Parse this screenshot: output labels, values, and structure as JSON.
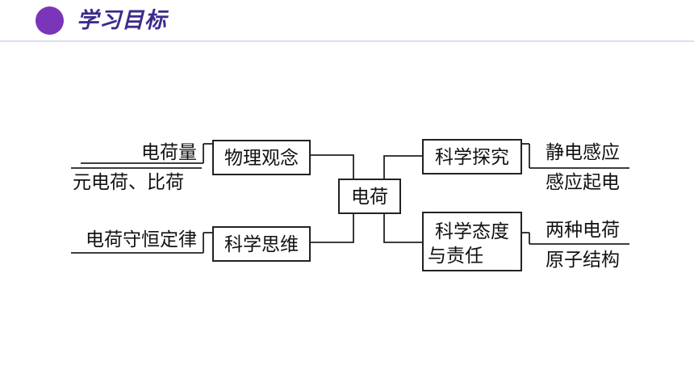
{
  "header": {
    "title": "学习目标",
    "accent": "#7b35b8"
  },
  "diagram": {
    "center": "电荷",
    "physics_view": "物理观念",
    "scientific_thinking": "科学思维",
    "scientific_inquiry": "科学探究",
    "attitude_line1": "科学态度",
    "attitude_line2": "与责任",
    "physics_view_items": [
      "电荷量",
      "元电荷、比荷"
    ],
    "scientific_thinking_items": [
      "电荷守恒定律"
    ],
    "scientific_inquiry_items": [
      "静电感应",
      "感应起电"
    ],
    "attitude_items": [
      "两种电荷",
      "原子结构"
    ]
  }
}
